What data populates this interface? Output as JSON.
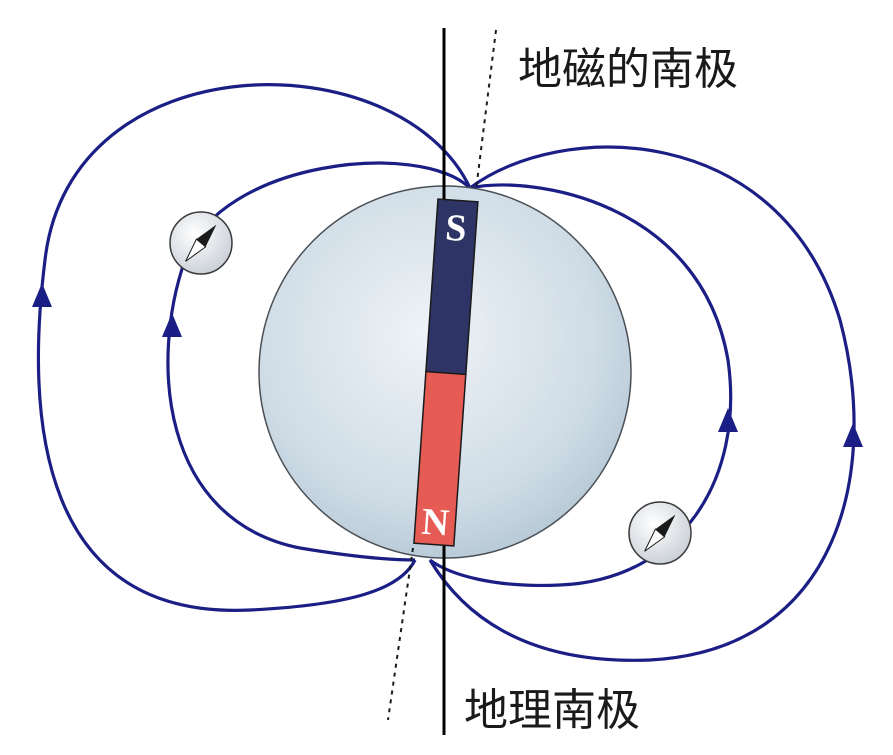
{
  "labels": {
    "geomagnetic_south_pole": "地磁的南极",
    "geographic_south_pole": "地理南极"
  },
  "magnet": {
    "top_pole_letter": "S",
    "bottom_pole_letter": "N",
    "top_pole_color": "#2e3566",
    "bottom_pole_color": "#e65c55"
  },
  "colors": {
    "field_line": "#1b1f85",
    "earth_light": "#eef3f7",
    "earth_dark": "#b9cbd8",
    "axis": "#000000"
  },
  "icons": {
    "compass_upper_left": "compass-icon",
    "compass_lower_right": "compass-icon"
  }
}
